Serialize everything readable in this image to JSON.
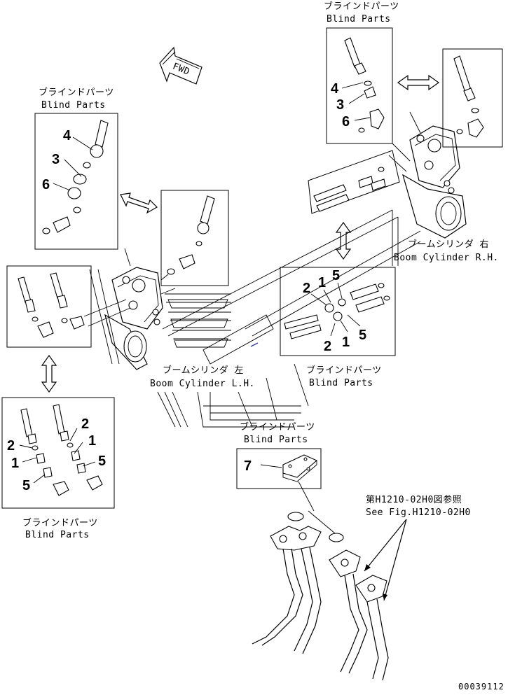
{
  "fwd_label": "FWD",
  "blind_jp": "ブラインドパーツ",
  "blind_en": "Blind Parts",
  "boom_rh_jp": "ブームシリンダ 右",
  "boom_rh_en": "Boom Cylinder R.H.",
  "boom_lh_jp": "ブームシリンダ 左",
  "boom_lh_en": "Boom Cylinder L.H.",
  "see_fig_jp": "第H1210-02H0図参照",
  "see_fig_en": "See Fig.H1210-02H0",
  "drawing_code": "00039112",
  "callouts": {
    "n1": "1",
    "n2": "2",
    "n3": "3",
    "n4": "4",
    "n5": "5",
    "n6": "6",
    "n7": "7"
  }
}
